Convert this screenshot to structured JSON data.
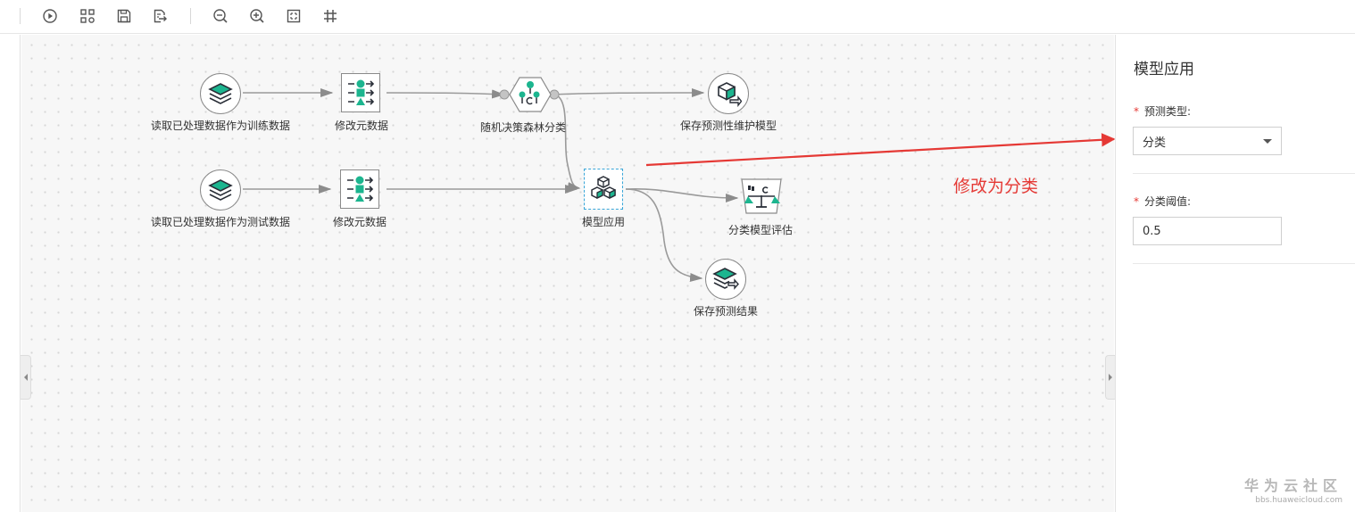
{
  "toolbar": {
    "buttons": [
      {
        "name": "run-icon"
      },
      {
        "name": "layout-icon"
      },
      {
        "name": "save-icon"
      },
      {
        "name": "export-icon"
      },
      {
        "name": "zoom-out-icon"
      },
      {
        "name": "zoom-in-icon"
      },
      {
        "name": "fit-view-icon"
      },
      {
        "name": "grid-icon"
      }
    ]
  },
  "nodes": {
    "read_train": {
      "label": "读取已处理数据作为训练数据",
      "icon": "dataset-icon"
    },
    "modify_meta_1": {
      "label": "修改元数据",
      "icon": "modify-metadata-icon"
    },
    "random_forest": {
      "label": "随机决策森林分类",
      "icon": "random-forest-icon"
    },
    "save_model": {
      "label": "保存预测性维护模型",
      "icon": "save-model-icon"
    },
    "read_test": {
      "label": "读取已处理数据作为测试数据",
      "icon": "dataset-icon"
    },
    "modify_meta_2": {
      "label": "修改元数据",
      "icon": "modify-metadata-icon"
    },
    "model_apply": {
      "label": "模型应用",
      "icon": "model-apply-icon"
    },
    "classify_eval": {
      "label": "分类模型评估",
      "icon": "classification-eval-icon"
    },
    "save_result": {
      "label": "保存预测结果",
      "icon": "save-result-icon"
    }
  },
  "annotation": {
    "text": "修改为分类",
    "color": "#e53935"
  },
  "panel": {
    "title": "模型应用",
    "predict_type": {
      "label": "预测类型:",
      "value": "分类",
      "required_mark": "*"
    },
    "threshold": {
      "label": "分类阈值:",
      "value": "0.5",
      "required_mark": "*"
    }
  },
  "watermark": {
    "brand": "华为云社区",
    "url": "bbs.huaweicloud.com"
  },
  "colors": {
    "accent": "#1cb58f",
    "dark": "#3a3f4a",
    "selection": "#39a6d8",
    "annotation": "#e53935"
  }
}
